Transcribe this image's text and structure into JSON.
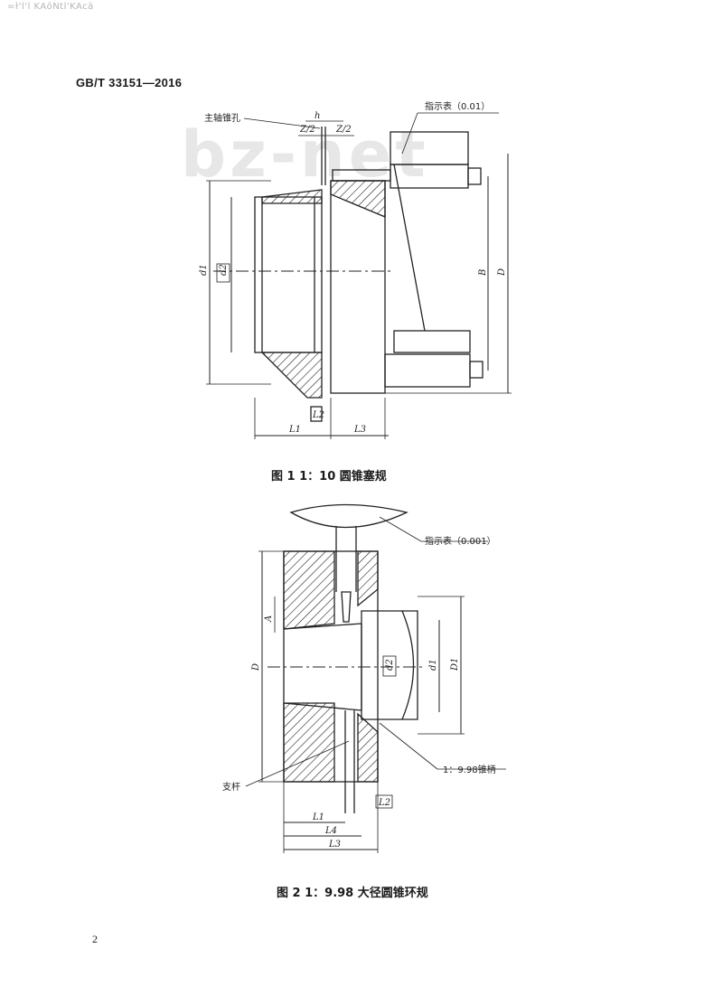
{
  "header_mark": "=ŀ'l'l KAöNtl'KAcä",
  "standard_number": "GB/T 33151—2016",
  "watermark": "bz-net",
  "figure1": {
    "caption": "图 1   1：10 圆锥塞规",
    "labels": {
      "spindle_hole": "主轴锥孔",
      "indicator": "指示表（0.01）",
      "h": "h",
      "z2_left": "Z/2",
      "z2_right": "Z/2",
      "d1": "d1",
      "d2": "d2",
      "b": "B",
      "d_big": "D",
      "l1": "L1",
      "l2": "L2",
      "l3": "L3"
    }
  },
  "figure2": {
    "caption": "图 2   1：9.98 大径圆锥环规",
    "labels": {
      "indicator": "指示表（0.001）",
      "a": "A",
      "d_big": "D",
      "d2": "d2",
      "d1": "d1",
      "d1_big": "D1",
      "taper_pin": "1：9.98锥柄",
      "support_rod": "支杆",
      "l2": "L2",
      "l1": "L1",
      "l4": "L4",
      "l3": "L3"
    }
  },
  "page_number": "2"
}
